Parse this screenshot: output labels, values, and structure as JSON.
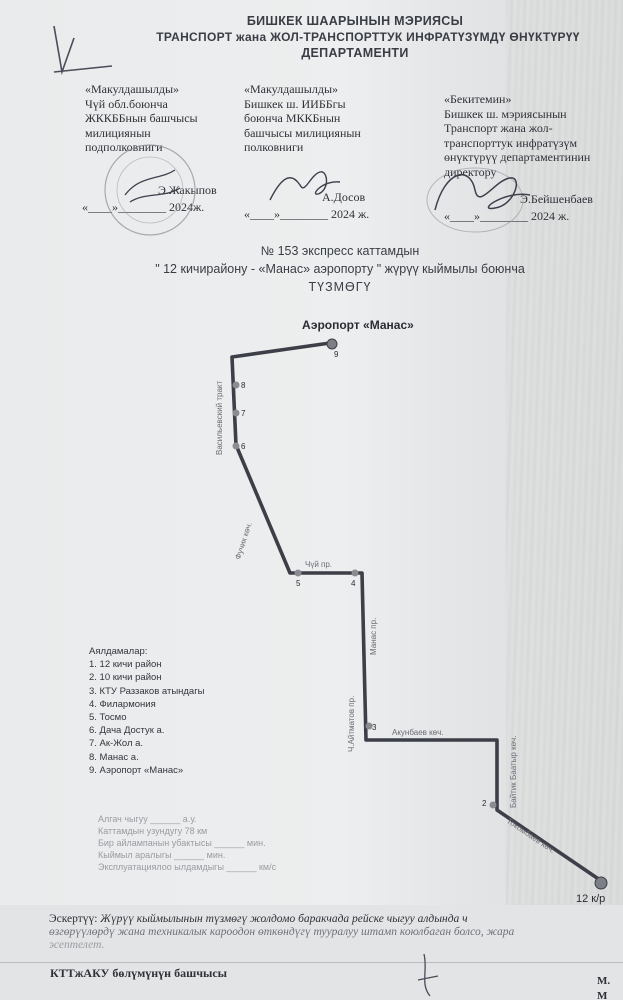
{
  "header": {
    "line1": "БИШКЕК ШААРЫНЫН МЭРИЯСЫ",
    "line2": "ТРАНСПОРТ жана ЖОЛ-ТРАНСПОРТТУК ИНФРАТҮЗҮМДҮ ӨНҮКТҮРҮҮ",
    "line3": "ДЕПАРТАМЕНТИ"
  },
  "approvals": [
    {
      "heading": "«Макулдашылды»",
      "lines": [
        "Чүй обл.боюнча",
        "ЖККББнын башчысы",
        "милициянын",
        "подполковниги"
      ],
      "signer": "Э.Жакыпов",
      "date_line": "«____»________ 2024ж."
    },
    {
      "heading": "«Макулдашылды»",
      "lines": [
        "Бишкек ш. ИИББгы",
        "боюнча МККБнын",
        "башчысы милициянын",
        "полковниги"
      ],
      "signer": "А.Досов",
      "date_line": "«____»________ 2024 ж."
    },
    {
      "heading": "«Бекитемин»",
      "lines": [
        "Бишкек ш. мэриясынын",
        "Транспорт жана жол-",
        "транспорттук инфратүзүм",
        "өнүктүрүү департаментинин",
        "директору"
      ],
      "signer": "Э.Бейшенбаев",
      "date_line": "«____»________ 2024 ж."
    }
  ],
  "title": {
    "line1": "№ 153 экспресс каттамдын",
    "line2": "\" 12 кичирайону  - «Манас» аэропорту \" жүрүү кыймылы боюнча",
    "line3": "ТҮЗМӨГҮ"
  },
  "map": {
    "airport_label": "Аэропорт «Манас»",
    "end_label": "12 к/р",
    "stop_numbers": [
      "9",
      "8",
      "7",
      "6",
      "5",
      "4",
      "3",
      "2"
    ],
    "streets": {
      "vasilevsky": "Васильевский тракт",
      "fuchik": "Фучик көч.",
      "jibek": "Чүй пр.",
      "mira": "Манас пр.",
      "aitmatov": "Ч.Айтматов пр.",
      "akunbaev": "Акунбаев көч.",
      "baitik": "Байтик Баатыр көч.",
      "tokombaev": "Токомбаев көч."
    }
  },
  "stops": {
    "heading": "Аялдамалар:",
    "items": [
      "1. 12 кичи район",
      "2. 10 кичи район",
      "3. КТУ Раззаков атындагы",
      "4. Филармония",
      "5. Тосмо",
      "6. Дача Достук а.",
      "7. Ак-Жол а.",
      "8. Манас а.",
      "9. Аэропорт «Манас»"
    ]
  },
  "stats": [
    "Алгач чыгуу ______ а.у.",
    "Каттамдын узундугу 78 км",
    "Бир айлампанын убактысы ______ мин.",
    "Кыймыл аралыгы ______ мин.",
    "Эксплуатациялоо ылдамдыгы ______ км/с"
  ],
  "note": {
    "label": "Эскертүү:",
    "line1": "Жүрүү кыймылынын түзмөгү жолдомо баракчада рейске чыгуу алдында ч",
    "line2": "өзгөрүүлөрдү жана техникалык кароодон өткөндүгү тууралуу штамп коюлбаган болсо, жара",
    "line3": "эсептелет."
  },
  "footer": {
    "left": "КТТжАКУ бөлүмүнүн башчысы",
    "right": "М. М"
  }
}
